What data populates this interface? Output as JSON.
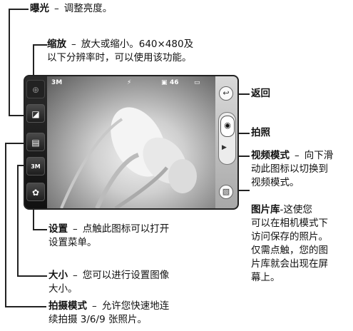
{
  "callouts": {
    "exposure": {
      "term": "曝光",
      "dash": "–",
      "desc": "调整亮度。"
    },
    "zoom": {
      "term": "缩放",
      "dash": "–",
      "line1": "放大或缩小。640×480及",
      "line2": "以下分辨率时，可以使用该功能。"
    },
    "back": {
      "term": "返回"
    },
    "capture": {
      "term": "拍照"
    },
    "video_mode": {
      "term": "视频模式",
      "dash": "–",
      "line1": "向下滑",
      "line2": "动此图标以切换到",
      "line3": "视频模式。"
    },
    "gallery": {
      "term": "图片库",
      "line1": "-这使您",
      "line2": "可以在相机模式下",
      "line3": "访问保存的照片。",
      "line4": "仅需点触，您的图",
      "line5": "片库就会出现在屏",
      "line6": "幕上。"
    },
    "settings": {
      "term": "设置",
      "dash": "–",
      "line1": "点触此图标可以打开",
      "line2": "设置菜单。"
    },
    "size": {
      "term": "大小",
      "dash": "–",
      "line1": "您可以进行设置图像",
      "line2": "大小。"
    },
    "shot_mode": {
      "term": "拍摄模式",
      "dash": "–",
      "line1": "允许您快速地连",
      "line2": "续拍摄 3/6/9 张照片。"
    }
  },
  "screen": {
    "shot_count": "46",
    "resolution_label": "3M",
    "icons": {
      "zoom": "zoom-icon",
      "exposure": "exposure-icon",
      "shot_mode": "shot-mode-icon",
      "size": "size-icon",
      "settings": "gear-icon",
      "back": "back-arrow-icon",
      "capture": "camera-icon",
      "video": "video-camera-icon",
      "gallery": "gallery-icon",
      "battery": "battery-icon",
      "storage": "memory-icon"
    }
  }
}
